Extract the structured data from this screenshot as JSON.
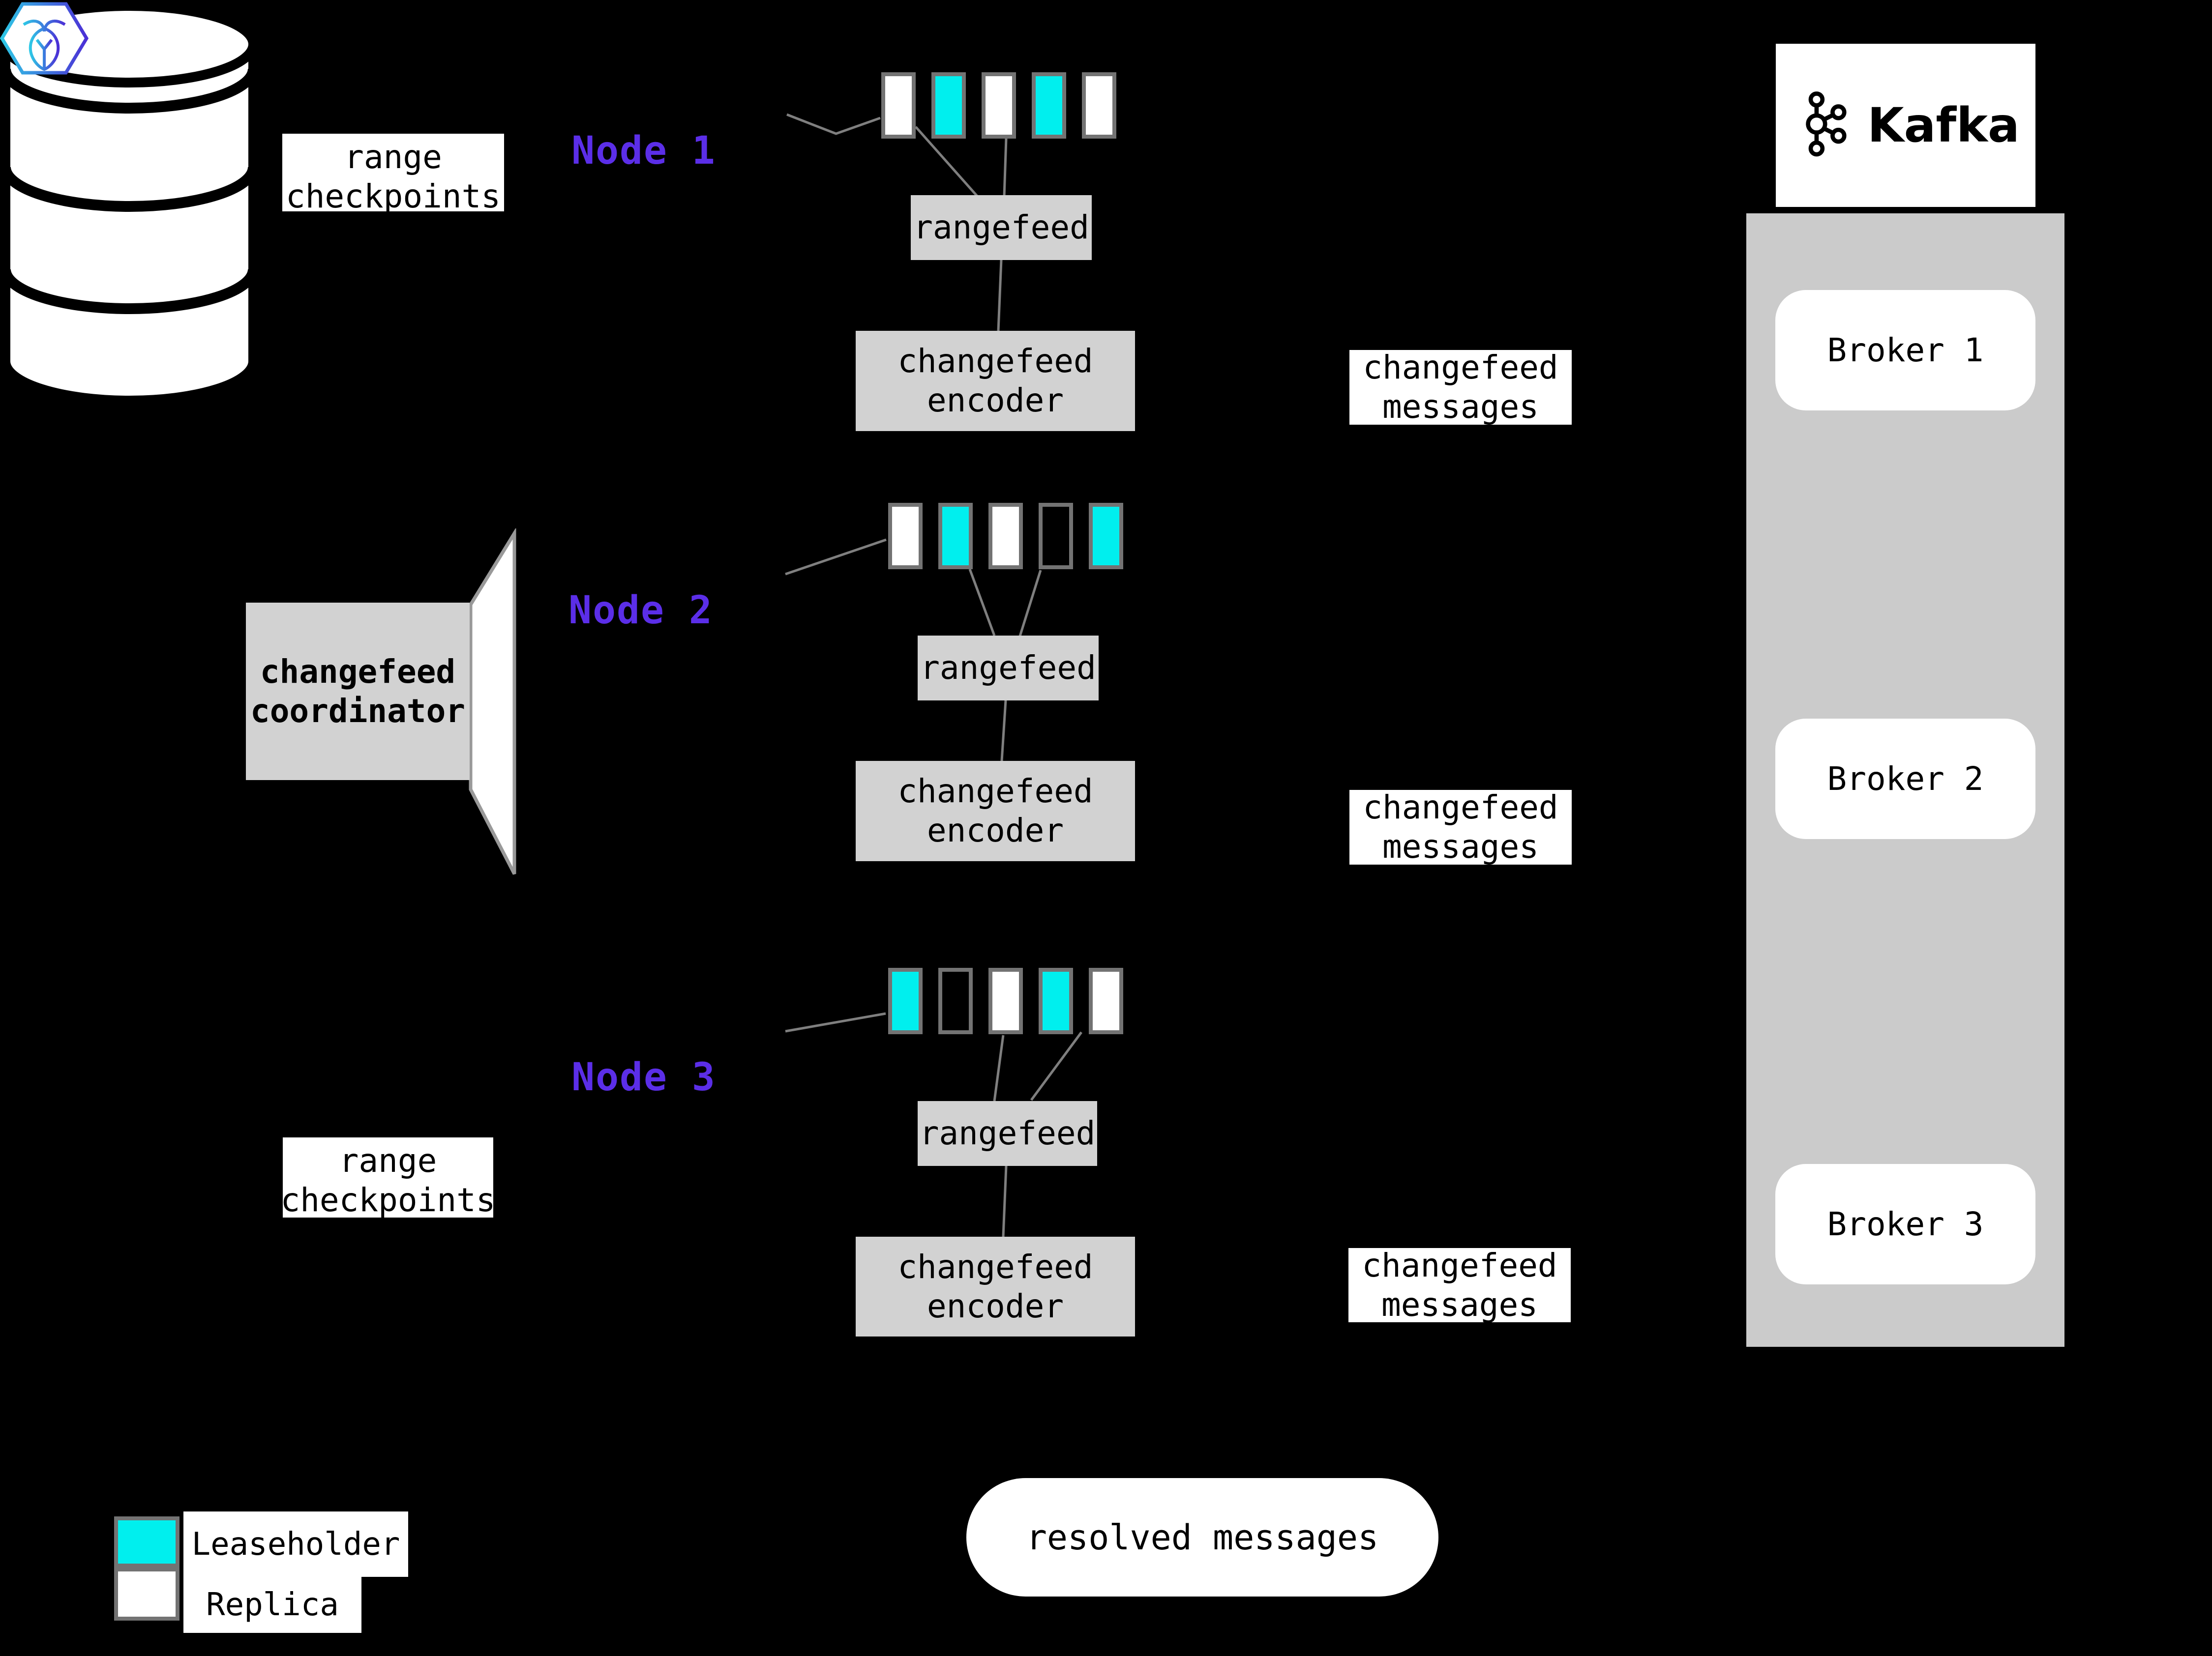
{
  "nodes": [
    {
      "name": "Node 1",
      "checkpoint_label": "range checkpoints",
      "rangefeed_label": "rangefeed",
      "encoder_label": "changefeed encoder",
      "messages_label": "changefeed messages",
      "squares": [
        "replica",
        "leaseholder",
        "replica",
        "leaseholder",
        "replica"
      ]
    },
    {
      "name": "Node 2",
      "coordinator_label": "changefeed coordinator",
      "rangefeed_label": "rangefeed",
      "encoder_label": "changefeed encoder",
      "messages_label": "changefeed messages",
      "squares": [
        "replica",
        "leaseholder",
        "replica",
        "empty",
        "leaseholder"
      ]
    },
    {
      "name": "Node 3",
      "checkpoint_label": "range checkpoints",
      "rangefeed_label": "rangefeed",
      "encoder_label": "changefeed encoder",
      "messages_label": "changefeed messages",
      "squares": [
        "leaseholder",
        "empty",
        "replica",
        "leaseholder",
        "replica"
      ]
    }
  ],
  "kafka": {
    "logo_text": "Kafka",
    "brokers": [
      "Broker 1",
      "Broker 2",
      "Broker 3"
    ]
  },
  "resolved_label": "resolved messages",
  "legend": {
    "items": [
      {
        "label": "Leaseholder",
        "type": "leaseholder"
      },
      {
        "label": "Replica",
        "type": "replica"
      }
    ]
  },
  "colors": {
    "leaseholder": "#00efee",
    "replica": "#ffffff",
    "empty": "transparent",
    "node_text": "#5b2ee8",
    "box_gray": "#d2d2d2",
    "panel_gray": "#cbcbcb",
    "line_gray": "#7f7f7f",
    "square_border": "#737373"
  }
}
